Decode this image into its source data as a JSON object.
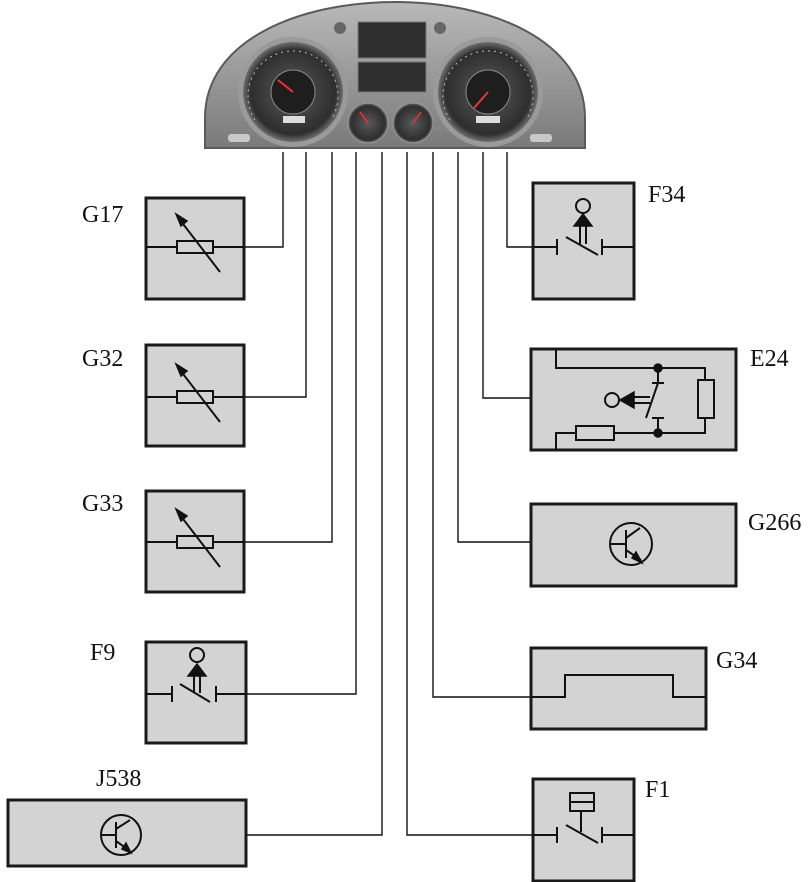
{
  "labels": {
    "g17": "G17",
    "g32": "G32",
    "g33": "G33",
    "f9": "F9",
    "j538": "J538",
    "f34": "F34",
    "e24": "E24",
    "g266": "G266",
    "g34": "G34",
    "f1": "F1"
  },
  "colors": {
    "box_fill": "#d3d3d3",
    "cluster_body": "#8e8e8e",
    "gauge_face": "#3a3a3a",
    "line": "#111111"
  }
}
